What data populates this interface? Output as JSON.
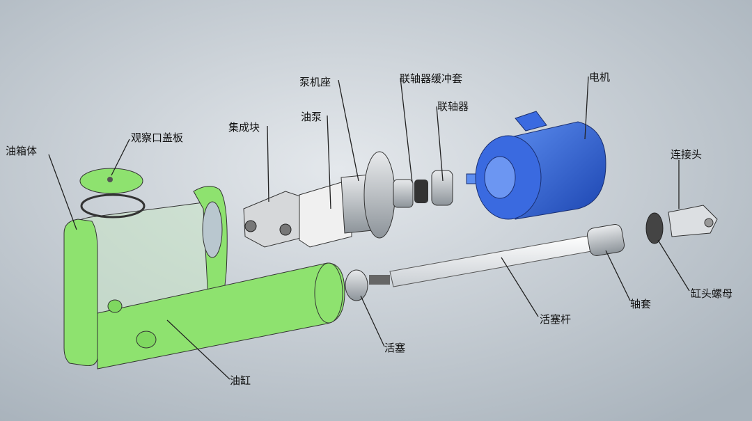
{
  "labels": {
    "tank_body": "油箱体",
    "inspection_cover": "观察口盖板",
    "manifold_block": "集成块",
    "oil_pump": "油泵",
    "pump_bracket": "泵机座",
    "coupling_buffer": "联轴器缓冲套",
    "coupling": "联轴器",
    "motor": "电机",
    "connector": "连接头",
    "cylinder_head_nut": "缸头螺母",
    "bushing": "轴套",
    "piston_rod": "活塞杆",
    "piston": "活塞",
    "oil_cylinder": "油缸"
  },
  "colors": {
    "tank": "#8ee26f",
    "motor": "#2f62d8",
    "background": "#c4ccd3"
  }
}
